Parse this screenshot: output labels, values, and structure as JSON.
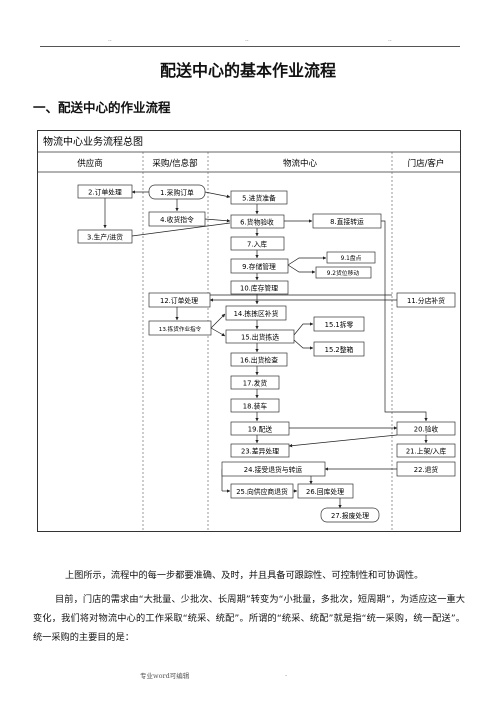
{
  "header": {
    "marks": [
      "..",
      "..",
      ".."
    ]
  },
  "doc_title": "配送中心的基本作业流程",
  "section_heading": "一、配送中心的作业流程",
  "figure": {
    "title": "物流中心业务流程总图",
    "columns": [
      "供应商",
      "采购/信息部",
      "物流中心",
      "门店/客户"
    ],
    "boxes": {
      "b2": "2.订单处理",
      "b3": "3.生产/进货",
      "b1": "1.采购订单",
      "b4": "4.收货指令",
      "b5": "5.进货准备",
      "b6": "6.货物验收",
      "b8": "8.直接转运",
      "b7": "7.入库",
      "b9": "9.存储管理",
      "b91": "9.1盘点",
      "b92": "9.2货位移动",
      "b10": "10.库存管理",
      "b12": "12.订单处理",
      "b11": "11.分店补货",
      "b14": "14.拣拣区补货",
      "b13": "13.拣货作业指令",
      "b15": "15.出货拣选",
      "b151": "15.1拆零",
      "b152": "15.2整箱",
      "b16": "16.出货检查",
      "b17": "17.发货",
      "b18": "18.装车",
      "b19": "19.配送",
      "b20": "20.验收",
      "b23": "23.差异处理",
      "b21": "21.上架/入库",
      "b24": "24.接受退货与转运",
      "b22": "22.退货",
      "b25": "25.向供应商退货",
      "b26": "26.回库处理",
      "b27": "27.报废处理"
    }
  },
  "paragraphs": [
    "上图所示，流程中的每一步都要准确、及时，并且具备可跟踪性、可控制性和可协调性。",
    "目前，门店的需求由“大批量、少批次、长周期”转变为“小批量，多批次，短周期”，为适应这一重大变化，我们将对物流中心的工作采取“统采、统配”。所谓的“统采、统配”就是指“统一采购，统一配送”。统一采购的主要目的是："
  ],
  "footer": {
    "left": "专业word可编辑",
    "right": "."
  }
}
